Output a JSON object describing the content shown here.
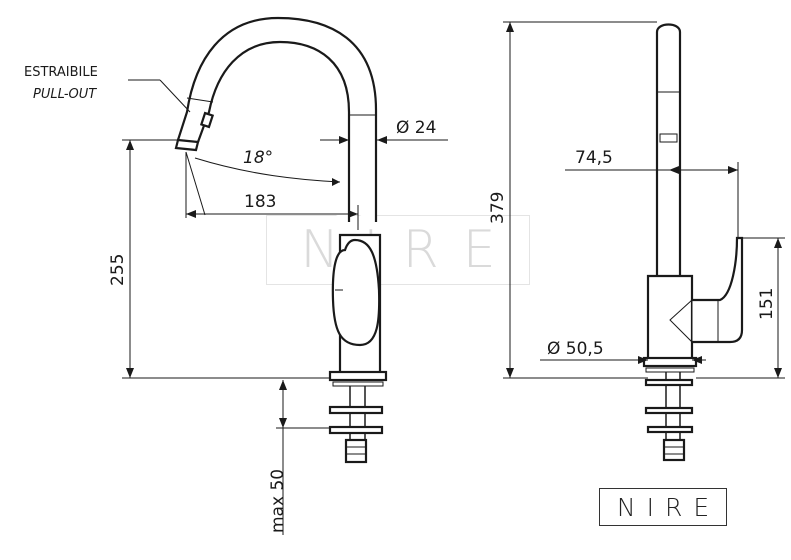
{
  "labels": {
    "extractable_it": "ESTRAIBILE",
    "extractable_en": "PULL-OUT",
    "angle": "18°",
    "reach": "183",
    "spout_diameter": "Ø 24",
    "height": "255",
    "max_depth": "max 50",
    "total_height": "379",
    "offset": "74,5",
    "base_diameter": "Ø 50,5",
    "lever_height": "151"
  },
  "brand": {
    "logo": "NIRE",
    "watermark": "NIRE"
  },
  "colors": {
    "line": "#1a1a1a",
    "watermark": "#dadada",
    "background": "#ffffff"
  }
}
